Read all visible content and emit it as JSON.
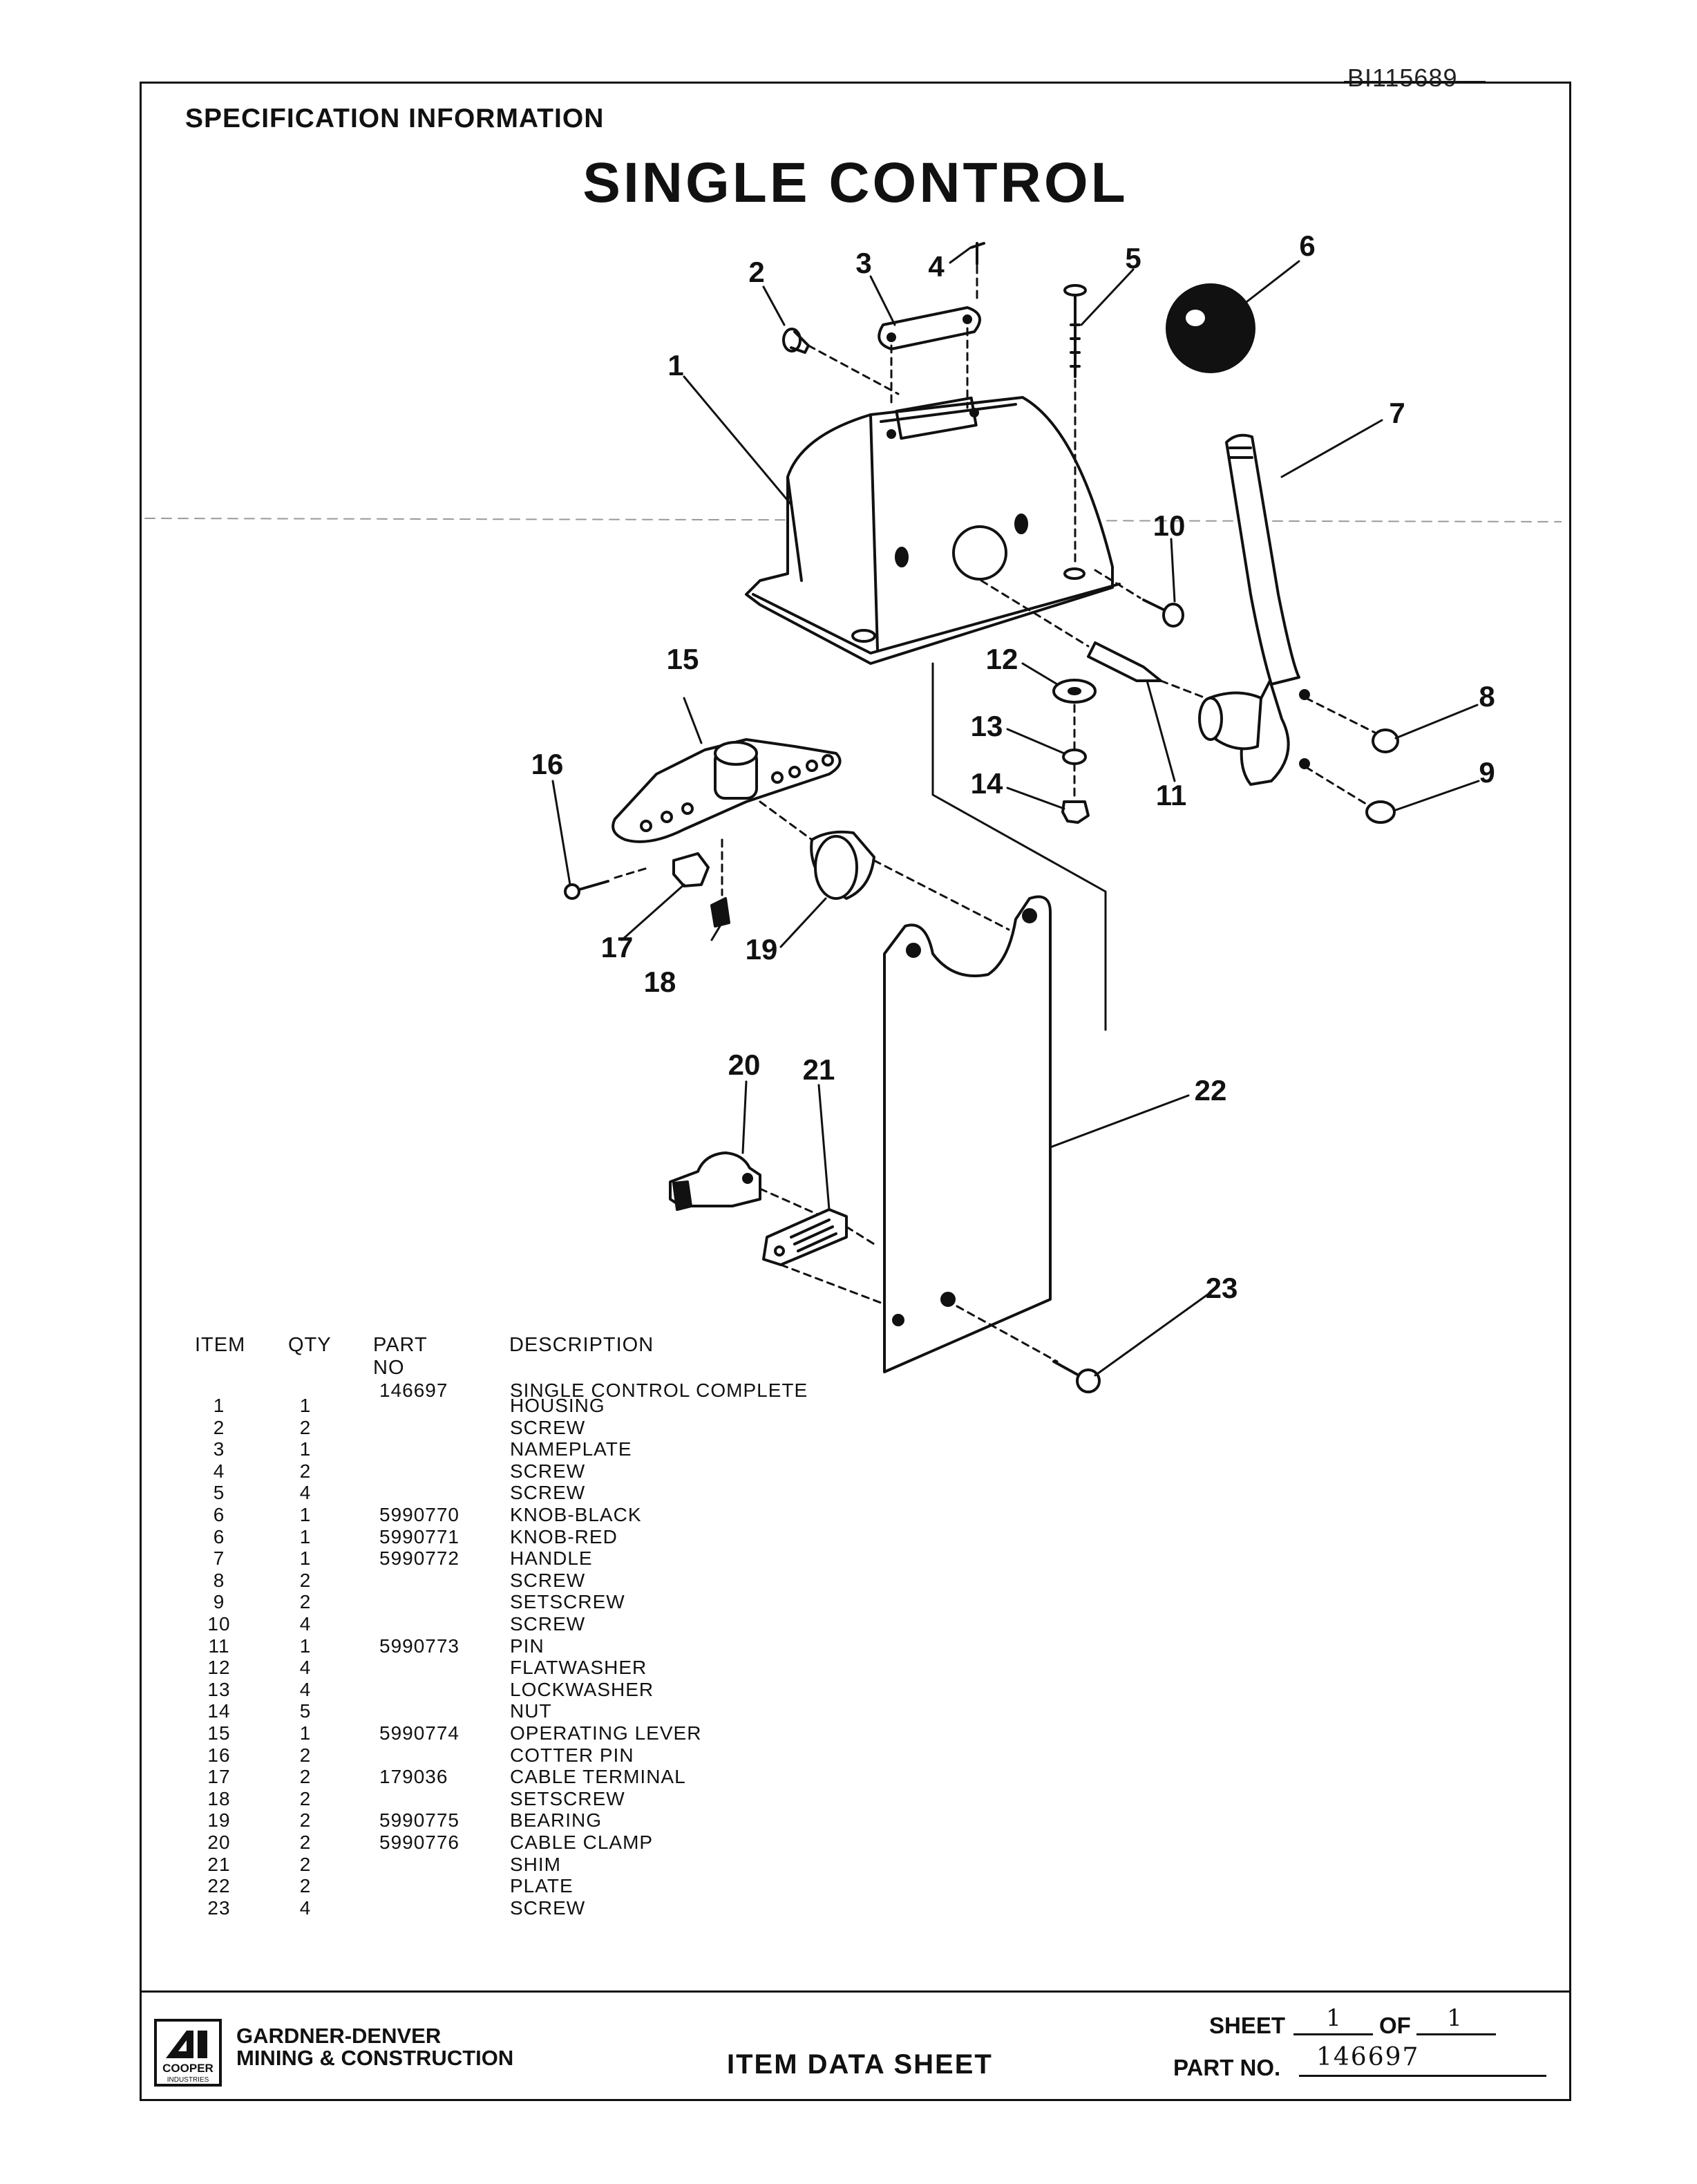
{
  "header": {
    "doc_id": "BI115689",
    "section": "SPECIFICATION INFORMATION",
    "title": "SINGLE CONTROL"
  },
  "diagram": {
    "callouts": [
      "1",
      "2",
      "3",
      "4",
      "5",
      "6",
      "7",
      "8",
      "9",
      "10",
      "11",
      "12",
      "13",
      "14",
      "15",
      "16",
      "17",
      "18",
      "19",
      "20",
      "21",
      "22",
      "23"
    ]
  },
  "parts_table": {
    "headers": {
      "item": "ITEM",
      "qty": "QTY",
      "part_no": "PART NO",
      "description": "DESCRIPTION"
    },
    "rows": [
      {
        "item": "",
        "qty": "",
        "part_no": "146697",
        "description": "SINGLE CONTROL COMPLETE"
      },
      {
        "item": "1",
        "qty": "1",
        "part_no": "",
        "description": "HOUSING"
      },
      {
        "item": "2",
        "qty": "2",
        "part_no": "",
        "description": "SCREW"
      },
      {
        "item": "3",
        "qty": "1",
        "part_no": "",
        "description": "NAMEPLATE"
      },
      {
        "item": "4",
        "qty": "2",
        "part_no": "",
        "description": "SCREW"
      },
      {
        "item": "5",
        "qty": "4",
        "part_no": "",
        "description": "SCREW"
      },
      {
        "item": "6",
        "qty": "1",
        "part_no": "5990770",
        "description": "KNOB-BLACK"
      },
      {
        "item": "6",
        "qty": "1",
        "part_no": "5990771",
        "description": "KNOB-RED"
      },
      {
        "item": "7",
        "qty": "1",
        "part_no": "5990772",
        "description": "HANDLE"
      },
      {
        "item": "8",
        "qty": "2",
        "part_no": "",
        "description": "SCREW"
      },
      {
        "item": "9",
        "qty": "2",
        "part_no": "",
        "description": "SETSCREW"
      },
      {
        "item": "10",
        "qty": "4",
        "part_no": "",
        "description": "SCREW"
      },
      {
        "item": "11",
        "qty": "1",
        "part_no": "5990773",
        "description": "PIN"
      },
      {
        "item": "12",
        "qty": "4",
        "part_no": "",
        "description": "FLATWASHER"
      },
      {
        "item": "13",
        "qty": "4",
        "part_no": "",
        "description": "LOCKWASHER"
      },
      {
        "item": "14",
        "qty": "5",
        "part_no": "",
        "description": "NUT"
      },
      {
        "item": "15",
        "qty": "1",
        "part_no": "5990774",
        "description": "OPERATING LEVER"
      },
      {
        "item": "16",
        "qty": "2",
        "part_no": "",
        "description": "COTTER PIN"
      },
      {
        "item": "17",
        "qty": "2",
        "part_no": "179036",
        "description": "CABLE TERMINAL"
      },
      {
        "item": "18",
        "qty": "2",
        "part_no": "",
        "description": "SETSCREW"
      },
      {
        "item": "19",
        "qty": "2",
        "part_no": "5990775",
        "description": "BEARING"
      },
      {
        "item": "20",
        "qty": "2",
        "part_no": "5990776",
        "description": "CABLE CLAMP"
      },
      {
        "item": "21",
        "qty": "2",
        "part_no": "",
        "description": "SHIM"
      },
      {
        "item": "22",
        "qty": "2",
        "part_no": "",
        "description": "PLATE"
      },
      {
        "item": "23",
        "qty": "4",
        "part_no": "",
        "description": "SCREW"
      }
    ]
  },
  "footer": {
    "logo_icon": "cooper-industries-logo",
    "logo_text": "COOPER",
    "logo_subtext": "INDUSTRIES",
    "company_line1": "GARDNER-DENVER",
    "company_line2": "MINING & CONSTRUCTION",
    "sheet_type": "ITEM DATA SHEET",
    "sheet_label": "SHEET",
    "sheet_number": "1",
    "of_label": "OF",
    "of_number": "1",
    "part_no_label": "PART NO.",
    "part_no_value": "146697"
  }
}
